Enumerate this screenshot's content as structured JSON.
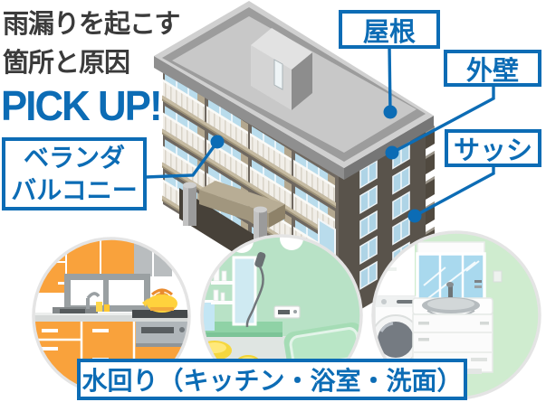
{
  "header": {
    "title_line1": "雨漏りを起こす",
    "title_line2": "箇所と原因",
    "pickup_label": "PICK UP!"
  },
  "callouts": {
    "roof": "屋根",
    "exterior_wall": "外壁",
    "sash": "サッシ",
    "balcony_line1": "ベランダ",
    "balcony_line2": "バルコニー",
    "water_areas": "水回り（キッチン・浴室・洗面）"
  },
  "colors": {
    "accent_blue": "#0c6cb5",
    "title_text": "#3b3b3b",
    "kitchen_orange": "#f9a23c",
    "bath_wall_green": "#b8e2c6",
    "washroom_wall_green": "#cfeccf",
    "building_wall_dark": "#5a544c",
    "roof_gray": "#c8c8c8"
  },
  "illustrations": {
    "building": "isometric-apartment-building",
    "circle_left": "kitchen",
    "circle_middle": "bathroom",
    "circle_right": "washroom"
  }
}
